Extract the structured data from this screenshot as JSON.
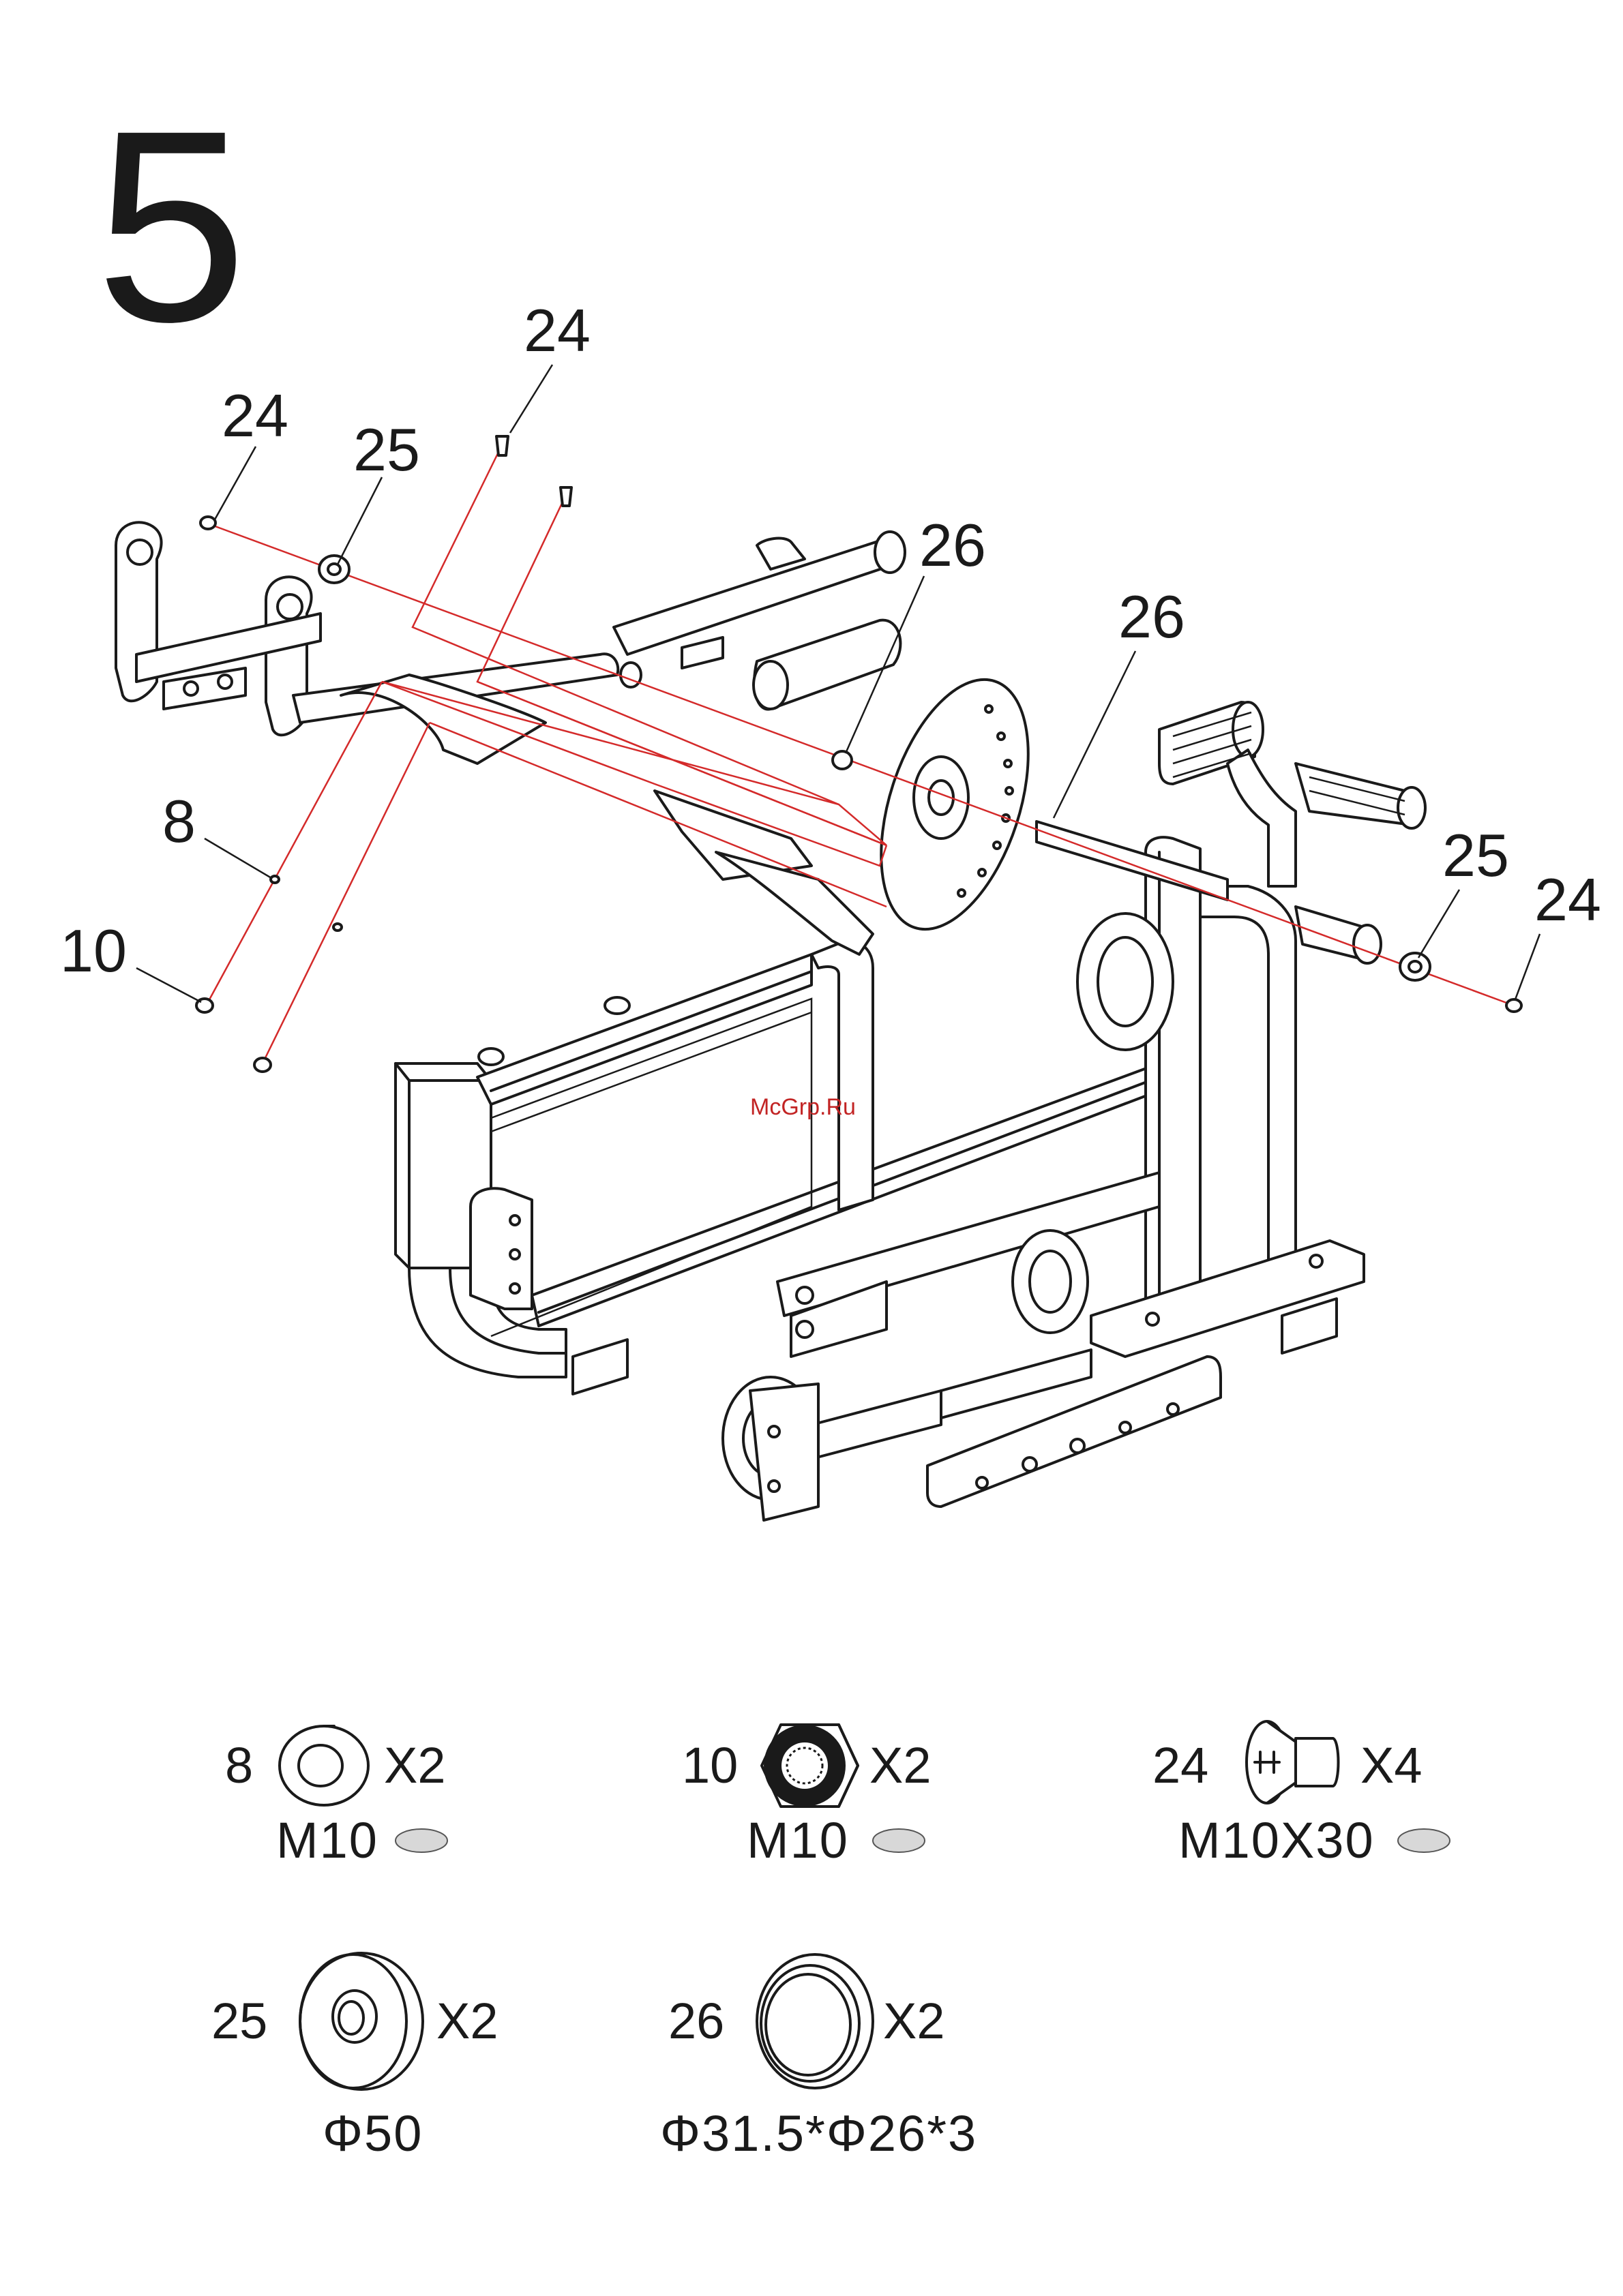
{
  "step_number": "5",
  "watermark": "McGrp.Ru",
  "callouts": {
    "c24_left": "24",
    "c24_top": "24",
    "c25_left": "25",
    "c26_mid": "26",
    "c26_right": "26",
    "c25_right": "25",
    "c24_right": "24",
    "c8": "8",
    "c10": "10"
  },
  "parts": [
    {
      "number": "8",
      "qty": "X2",
      "spec": "M10",
      "icon": "flat-washer-icon"
    },
    {
      "number": "10",
      "qty": "X2",
      "spec": "M10",
      "icon": "hex-nut-icon"
    },
    {
      "number": "24",
      "qty": "X4",
      "spec": "M10X30",
      "icon": "flat-head-bolt-icon"
    },
    {
      "number": "25",
      "qty": "X2",
      "spec": "Φ50",
      "icon": "large-washer-icon"
    },
    {
      "number": "26",
      "qty": "X2",
      "spec": "Φ31.5*Φ26*3",
      "icon": "ring-spacer-icon"
    }
  ]
}
